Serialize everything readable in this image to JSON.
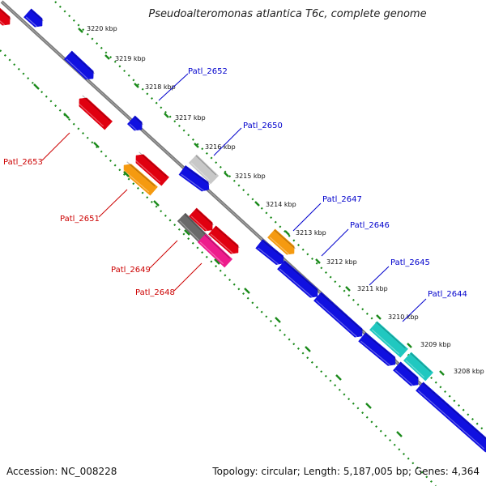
{
  "title": "Pseudoalteromonas atlantica T6c, complete genome",
  "footer": {
    "accession": "Accession: NC_008228",
    "summary": "Topology: circular; Length: 5,187,005 bp; Genes: 4,364"
  },
  "colors": {
    "backbone": "#7a7a7a",
    "tick": "#1a8a1a",
    "forward_label": "#0000cc",
    "reverse_label": "#cc0000",
    "blue": "#1010e0",
    "red": "#e00010",
    "orange": "#f59a10",
    "cyan": "#20c8c0",
    "pink": "#ee1c8c",
    "gray": "#6a6a6a",
    "lightgray": "#c8c8c8"
  },
  "ticks": [
    "3220 kbp",
    "3219 kbp",
    "3218 kbp",
    "3217 kbp",
    "3216 kbp",
    "3215 kbp",
    "3214 kbp",
    "3213 kbp",
    "3212 kbp",
    "3211 kbp",
    "3210 kbp",
    "3209 kbp",
    "3208 kbp"
  ],
  "labels": {
    "forward": [
      "Patl_2652",
      "Patl_2650",
      "Patl_2647",
      "Patl_2646",
      "Patl_2645",
      "Patl_2644"
    ],
    "reverse": [
      "Patl_2653",
      "Patl_2651",
      "Patl_2649",
      "Patl_2648"
    ]
  }
}
